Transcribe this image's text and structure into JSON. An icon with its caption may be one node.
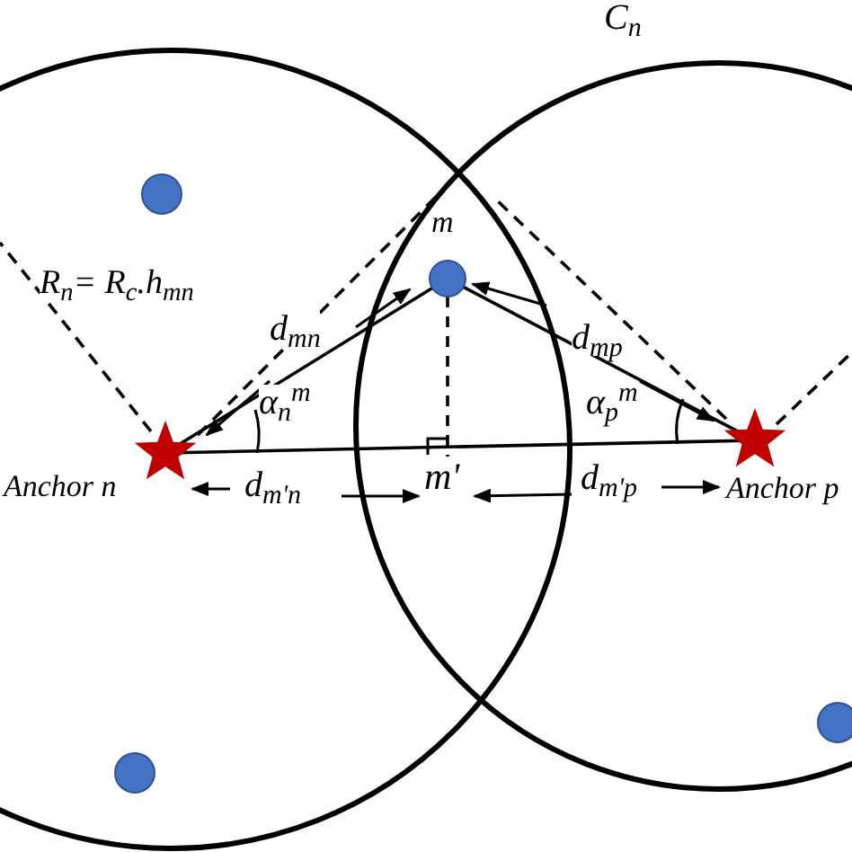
{
  "diagram": {
    "nodes": [
      {
        "text": [],
        "shape": "star",
        "beside": [
          "Anchor n"
        ]
      },
      {
        "text": [],
        "shape": "star",
        "beside": [
          "Anchor p"
        ]
      },
      {
        "text": [],
        "shape": "circle",
        "beside": [
          "m"
        ]
      },
      {
        "text": [],
        "shape": "circle"
      },
      {
        "text": [],
        "shape": "circle"
      },
      {
        "text": [],
        "shape": "circle"
      },
      {
        "text": [
          "m'"
        ]
      }
    ],
    "edges": [
      {
        "from": 0,
        "to": 2,
        "arrow": "none"
      },
      {
        "from": 1,
        "to": 2,
        "arrow": "none"
      },
      {
        "from": 0,
        "to": 1,
        "arrow": "none"
      },
      {
        "from": 2,
        "to": 6,
        "arrow": "none",
        "style": "dashed"
      }
    ],
    "labels": [
      "C$_{n}$",
      "R$_{n}$= R$_{c}$.h$_{mn}$",
      "d$_{mn}$",
      "d$_{mp}$",
      "α$_{n}$$^{m}$",
      "α$_{p}$$^{m}$",
      "d$_{m'n}$",
      "d$_{m'p}$"
    ]
  }
}
